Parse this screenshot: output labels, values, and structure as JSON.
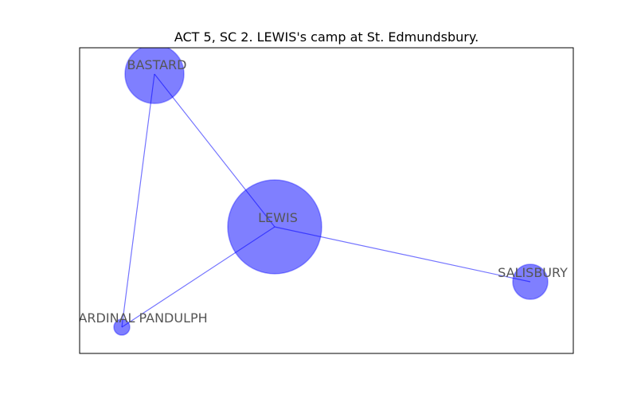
{
  "title": "ACT 5, SC 2. LEWIS's camp at St. Edmundsbury.",
  "colors": {
    "node": "#0000ff",
    "edge": "#0000ff",
    "label": "#555555"
  },
  "nodes": [
    {
      "id": "BASTARD",
      "label": "BASTARD",
      "size": 3
    },
    {
      "id": "LEWIS",
      "label": "LEWIS",
      "size": 8
    },
    {
      "id": "SALISBURY",
      "label": "SALISBURY",
      "size": 1.2
    },
    {
      "id": "CARDINAL PANDULPH",
      "label": "CARDINAL PANDULPH",
      "size": 0.25
    }
  ],
  "edges": [
    {
      "source": "BASTARD",
      "target": "LEWIS"
    },
    {
      "source": "BASTARD",
      "target": "CARDINAL PANDULPH"
    },
    {
      "source": "LEWIS",
      "target": "SALISBURY"
    },
    {
      "source": "LEWIS",
      "target": "CARDINAL PANDULPH"
    }
  ]
}
